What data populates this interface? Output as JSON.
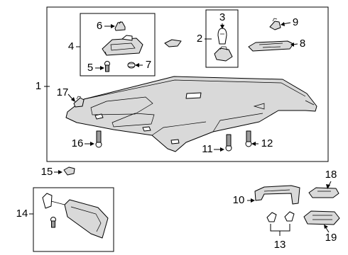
{
  "callouts": {
    "c1": "1",
    "c2": "2",
    "c3": "3",
    "c4": "4",
    "c5": "5",
    "c6": "6",
    "c7": "7",
    "c8": "8",
    "c9": "9",
    "c10": "10",
    "c11": "11",
    "c12": "12",
    "c13": "13",
    "c14": "14",
    "c15": "15",
    "c16": "16",
    "c17": "17",
    "c18": "18",
    "c19": "19"
  },
  "icons": {
    "headliner": "headliner-panel-icon",
    "bracket": "console-bracket-icon",
    "clip": "retainer-clip-icon",
    "screw": "screw-icon",
    "visor": "sun-visor-icon",
    "handle": "grab-handle-icon",
    "lamp": "dome-lamp-icon"
  }
}
